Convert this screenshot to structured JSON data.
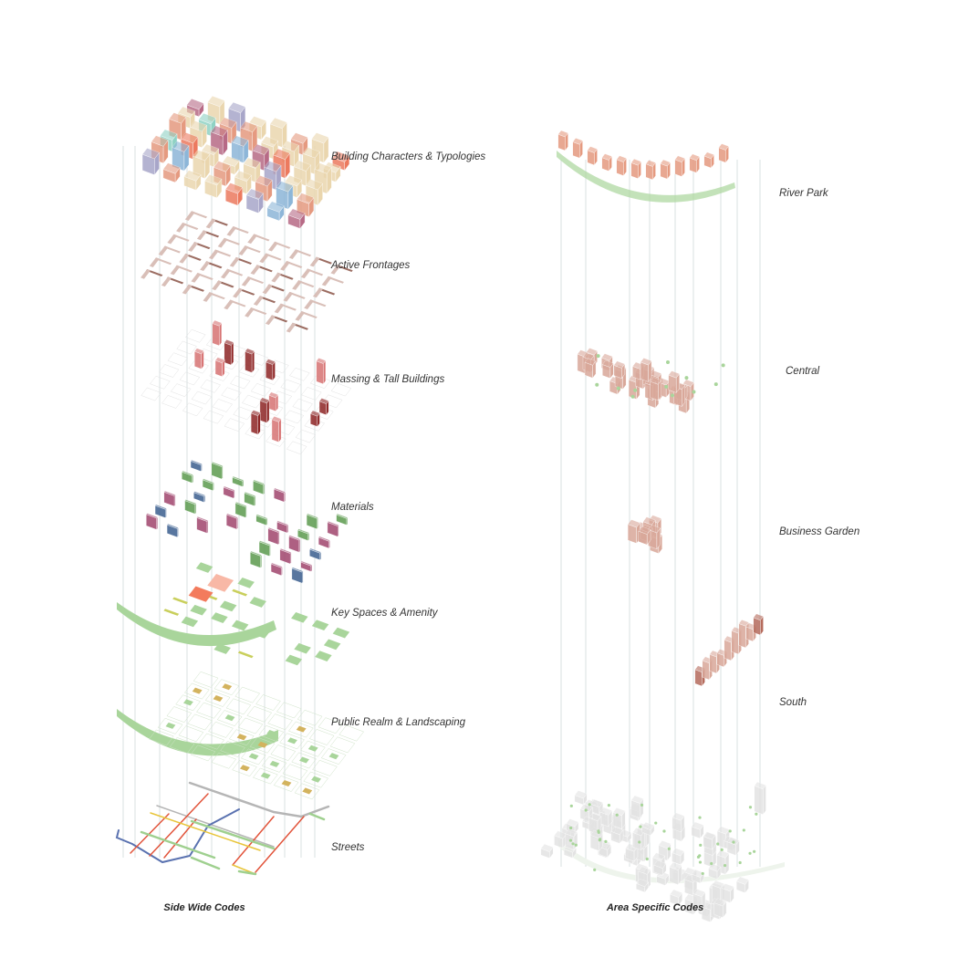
{
  "left_column": {
    "title": "Side Wide Codes",
    "layers": [
      {
        "label": "Building Characters & Typologies"
      },
      {
        "label": "Active Frontages"
      },
      {
        "label": "Massing & Tall Buildings"
      },
      {
        "label": "Materials"
      },
      {
        "label": "Key Spaces & Amenity"
      },
      {
        "label": "Public Realm & Landscaping"
      },
      {
        "label": "Streets"
      }
    ]
  },
  "right_column": {
    "title": "Area Specific Codes",
    "areas": [
      {
        "label": "River Park"
      },
      {
        "label": "Central"
      },
      {
        "label": "Business Garden"
      },
      {
        "label": "South"
      }
    ]
  },
  "colors": {
    "beige": "#ead6ae",
    "coral": "#ec7a5f",
    "salmon": "#e59a80",
    "lavender": "#a8a6c9",
    "teal": "#8fd2c4",
    "sky": "#8db6d8",
    "plum": "#b76a86",
    "frontage": "#d9bfb8",
    "frontage_dark": "#9c6d62",
    "massing_red": "#d77373",
    "massing_dark": "#8e2525",
    "mat_blue": "#3b5f8f",
    "mat_green": "#5c9b4e",
    "mat_plum": "#a0456d",
    "park_green": "#a9d59b",
    "amenity_yellow": "#c9cf5c",
    "amenity_red": "#f37b5d",
    "street_grey": "#b5b5b5",
    "street_red": "#e2543b",
    "street_blue": "#5a72b0",
    "street_yellow": "#e8c53a",
    "street_green": "#9fd08f",
    "guide_line": "#c9d3d6",
    "ghost_grey": "#e3e3e3"
  }
}
